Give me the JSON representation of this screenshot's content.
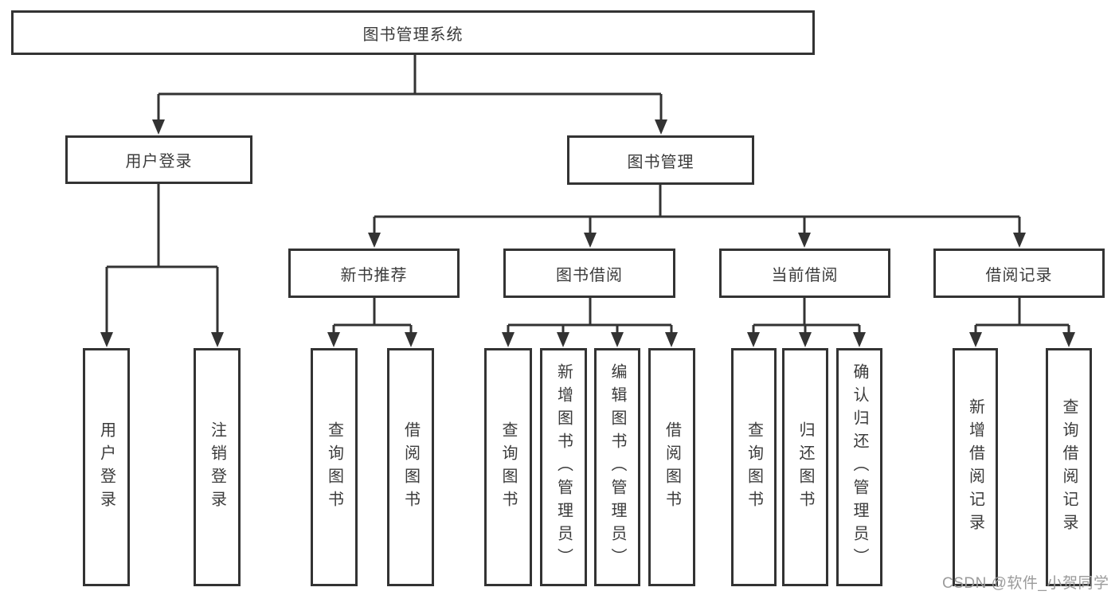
{
  "diagram": {
    "title": "图书管理系统",
    "colors": {
      "line": "#333333",
      "text": "#3b3b3b",
      "background": "#ffffff",
      "watermark": "#9b9b9b"
    },
    "root": {
      "label": "图书管理系统"
    },
    "level2": [
      {
        "label": "用户登录"
      },
      {
        "label": "图书管理"
      }
    ],
    "level3": [
      {
        "label": "新书推荐"
      },
      {
        "label": "图书借阅"
      },
      {
        "label": "当前借阅"
      },
      {
        "label": "借阅记录"
      }
    ],
    "leaves": {
      "user_login": [
        {
          "label": "用户登录"
        },
        {
          "label": "注销登录"
        }
      ],
      "new_book": [
        {
          "label": "查询图书"
        },
        {
          "label": "借阅图书"
        }
      ],
      "book_borrow": [
        {
          "label": "查询图书"
        },
        {
          "label": "新增图书（管理员）"
        },
        {
          "label": "编辑图书（管理员）"
        },
        {
          "label": "借阅图书"
        }
      ],
      "current_borrow": [
        {
          "label": "查询图书"
        },
        {
          "label": "归还图书"
        },
        {
          "label": "确认归还（管理员）"
        }
      ],
      "borrow_record": [
        {
          "label": "新增借阅记录"
        },
        {
          "label": "查询借阅记录"
        }
      ]
    },
    "watermark": "CSDN @软件_小贺同学"
  }
}
